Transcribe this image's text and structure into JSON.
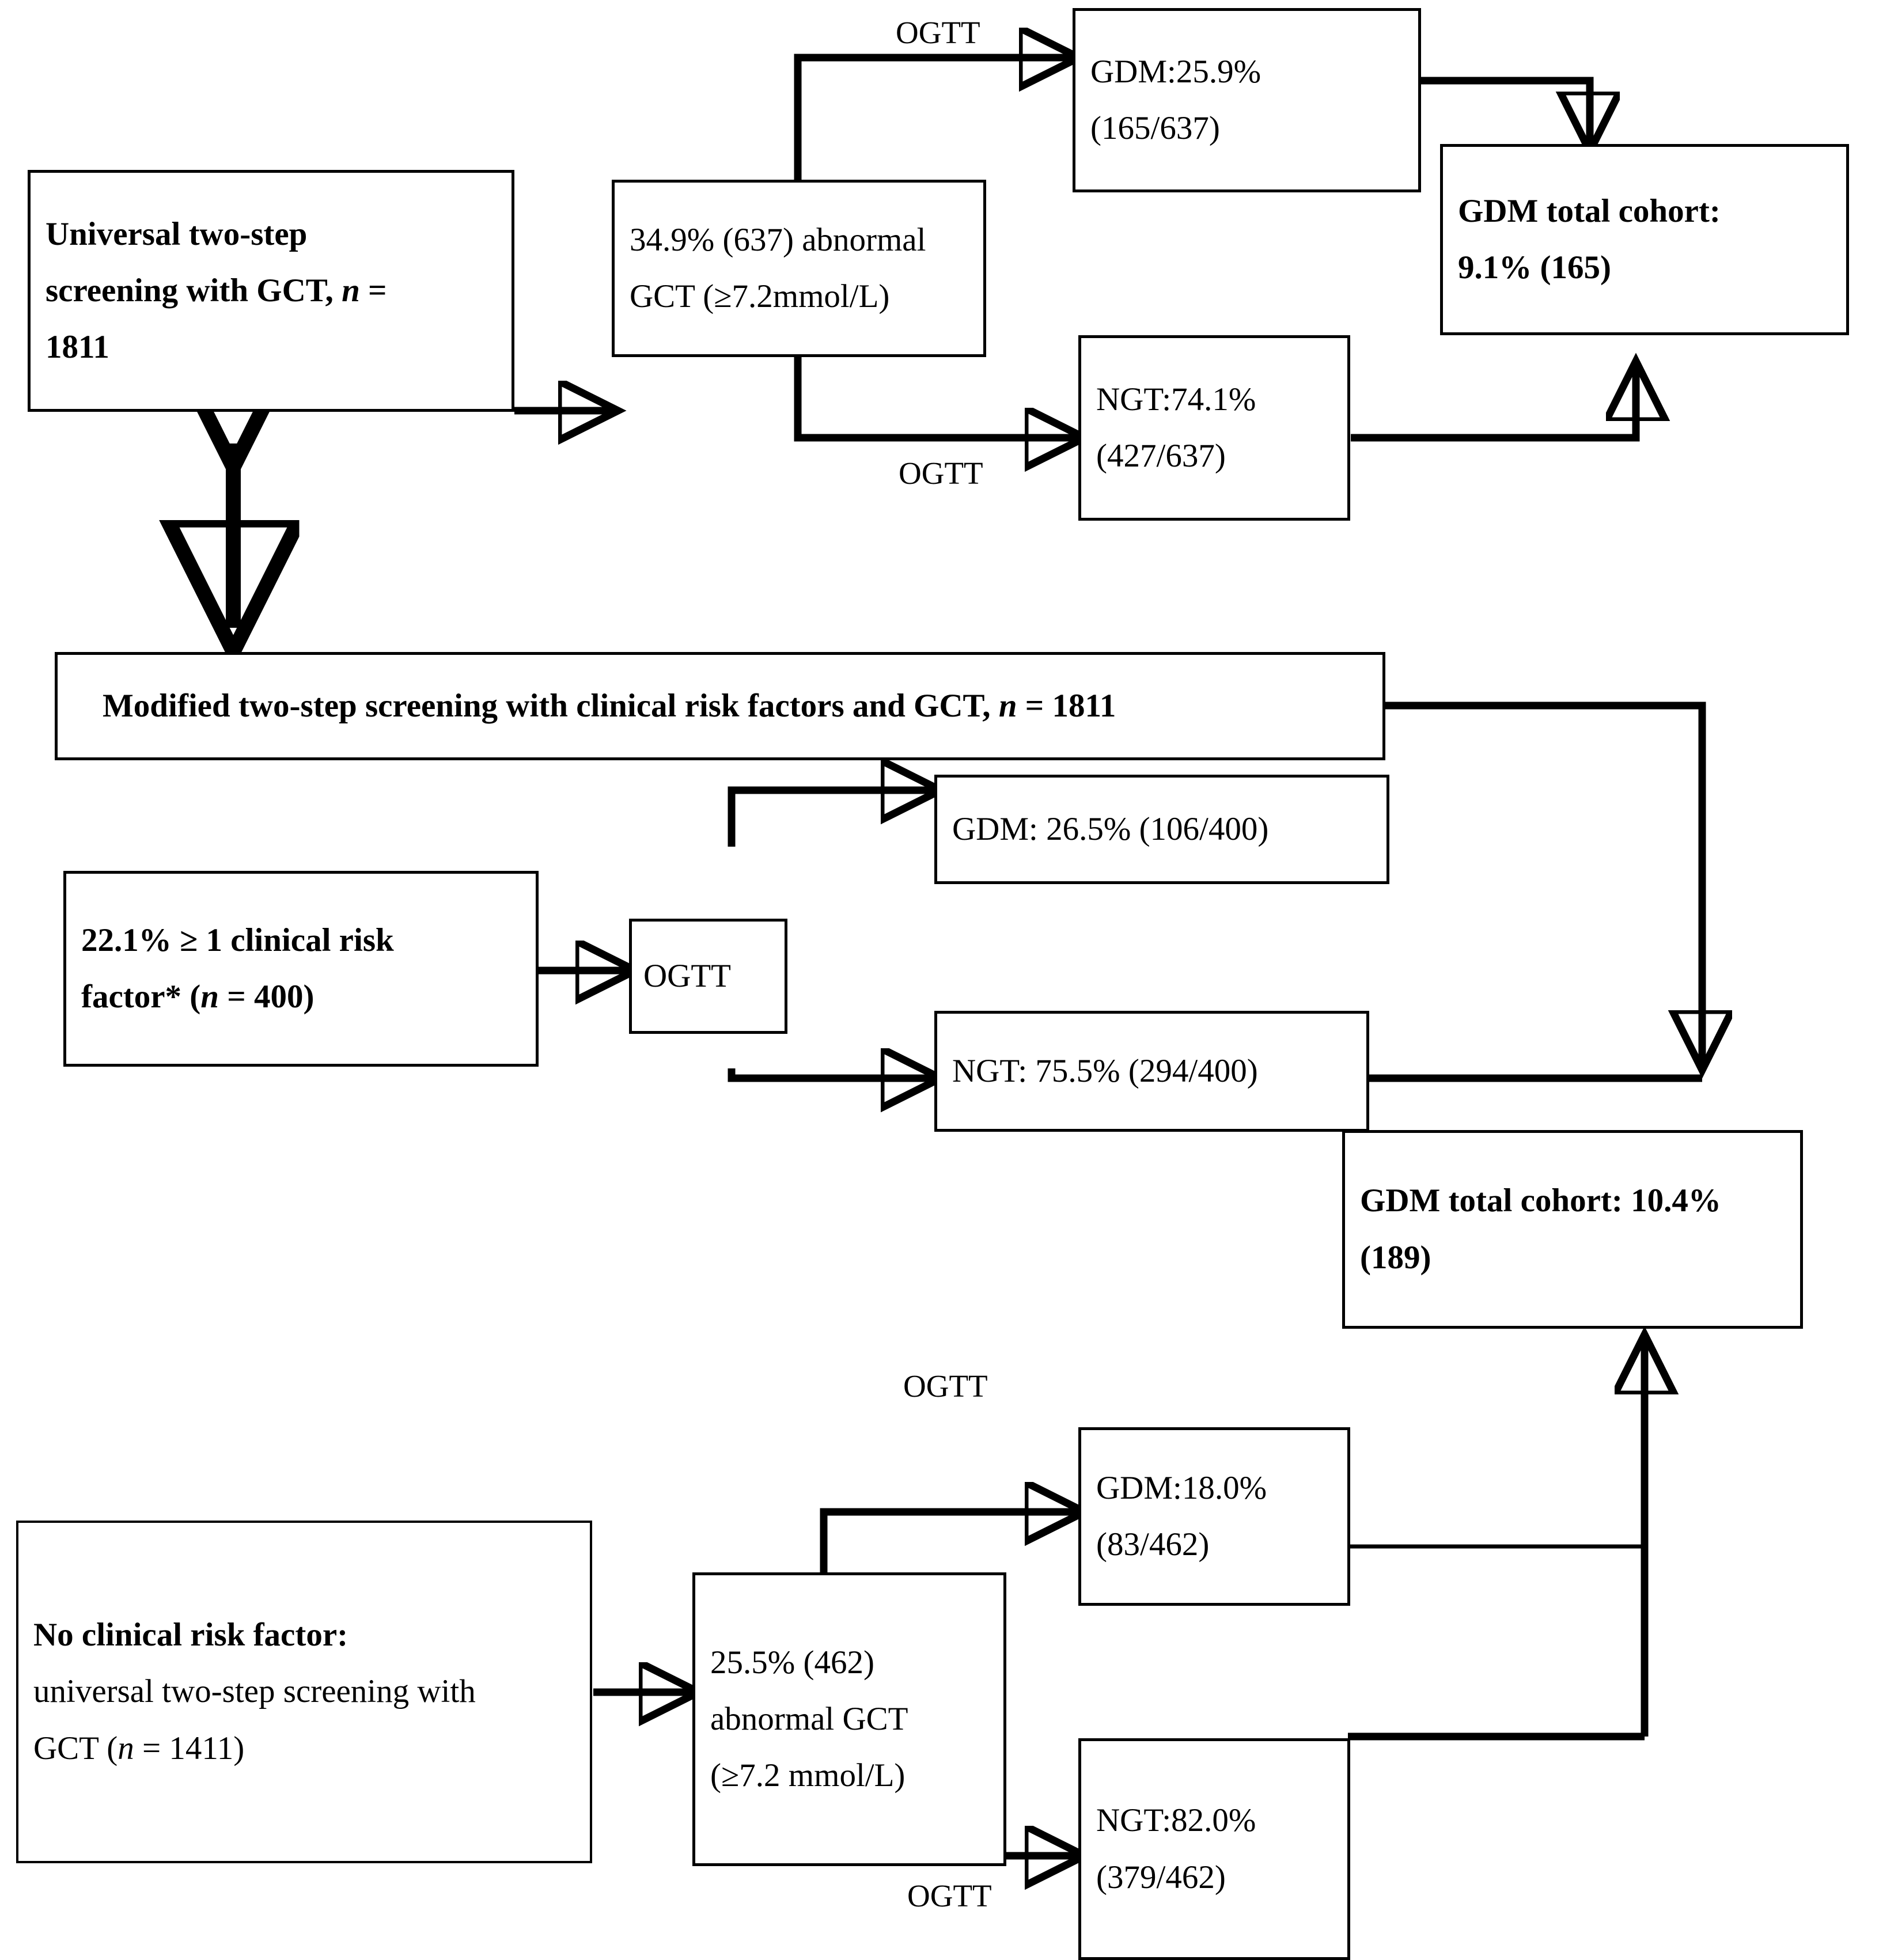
{
  "figure": {
    "type": "flowchart",
    "title": "GDM screening strategies flow diagram",
    "sections": [
      {
        "id": "universal",
        "root_label": "Universal two-step screening with GCT, n = 1811"
      },
      {
        "id": "modified",
        "root_label": "Modified two-step screening with clinical risk factors and GCT, n = 1811"
      }
    ]
  },
  "nodes": {
    "universal_root": {
      "line1": "Universal two-step",
      "line2_a": "screening with GCT, ",
      "line2_n": "n",
      "line2_b": " =",
      "line3": "1811"
    },
    "universal_gct": {
      "line1": "34.9% (637) abnormal",
      "line2": "GCT (≥7.2mmol/L)"
    },
    "universal_gdm": {
      "line1": "GDM:25.9%",
      "line2": "(165/637)"
    },
    "universal_ngt": {
      "line1": "NGT:74.1%",
      "line2": "(427/637)"
    },
    "universal_total": {
      "line1": "GDM   total   cohort:",
      "line2": "9.1% (165)"
    },
    "modified_root": {
      "text_a": "Modified two-step screening with clinical risk factors and GCT, ",
      "text_n": "n",
      "text_b": " = 1811"
    },
    "risk_factor": {
      "line1": "22.1% ≥ 1 clinical risk",
      "line2_a": "factor* (",
      "line2_n": "n",
      "line2_b": " = 400)"
    },
    "modified_ogtt": {
      "line1": "OGTT"
    },
    "modified_gdm": {
      "line1": "GDM: 26.5% (106/400)"
    },
    "modified_ngt": {
      "line1": "NGT: 75.5% (294/400)"
    },
    "modified_total": {
      "line1": "GDM total cohort: 10.4%",
      "line2": "(189)"
    },
    "no_risk_factor": {
      "line1": "No clinical risk factor:",
      "line2": "universal two-step screening with",
      "line3_a": "GCT (",
      "line3_n": "n",
      "line3_b": " = 1411)"
    },
    "norisk_gct": {
      "line1": "25.5% (462)",
      "line2": "abnormal GCT",
      "line3": "(≥7.2 mmol/L)"
    },
    "norisk_gdm": {
      "line1": "GDM:18.0%",
      "line2": "(83/462)"
    },
    "norisk_ngt": {
      "line1": "NGT:82.0%",
      "line2": "(379/462)"
    }
  },
  "edge_labels": {
    "ogtt_top_gdm": "OGTT",
    "ogtt_top_ngt": "OGTT",
    "ogtt_bottom_gdm": "OGTT",
    "ogtt_bottom_ngt": "OGTT"
  },
  "colors": {
    "stroke": "#000000",
    "background": "#ffffff",
    "text": "#000000"
  }
}
